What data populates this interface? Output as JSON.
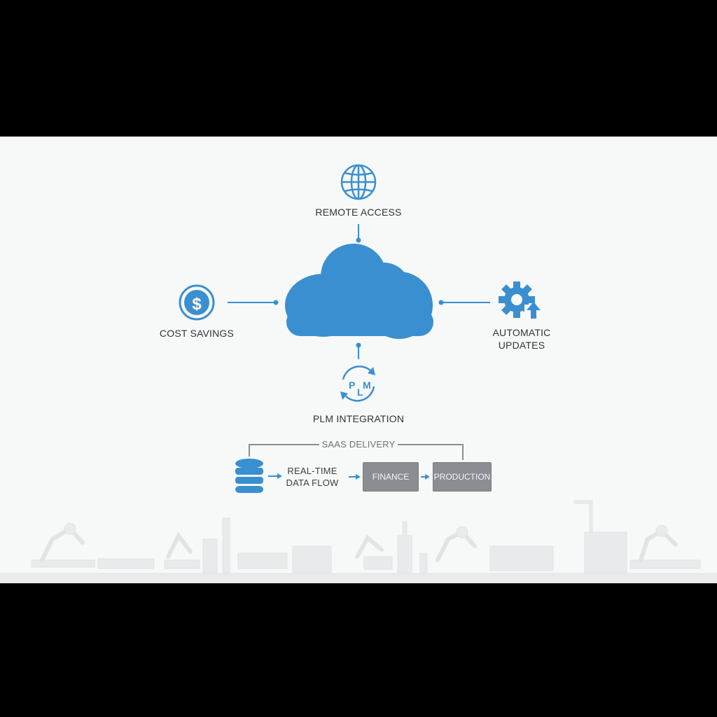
{
  "colors": {
    "accent": "#3a8fd0",
    "box": "#8a8d91",
    "bracket": "#8a8d91",
    "background": "#f7f8f8"
  },
  "hub": {
    "icon": "cloud-icon"
  },
  "nodes": {
    "remote_access": {
      "label": "REMOTE ACCESS",
      "icon": "globe-icon"
    },
    "cost_savings": {
      "label": "COST SAVINGS",
      "icon": "dollar-circle-icon"
    },
    "automatic_updates": {
      "line1": "AUTOMATIC",
      "line2": "UPDATES",
      "icon": "gear-upload-icon"
    },
    "plm_integration": {
      "label": "PLM INTEGRATION",
      "icon": "plm-cycle-icon",
      "icon_text_1": "P",
      "icon_text_2": "L",
      "icon_text_3": "M"
    }
  },
  "saas": {
    "title": "SAAS DELIVERY",
    "flow": {
      "line1": "REAL-TIME",
      "line2": "DATA FLOW",
      "icon": "database-icon"
    },
    "boxes": [
      "FINANCE",
      "PRODUCTION"
    ]
  },
  "footer": {
    "icon": "factory-skyline-icon"
  }
}
